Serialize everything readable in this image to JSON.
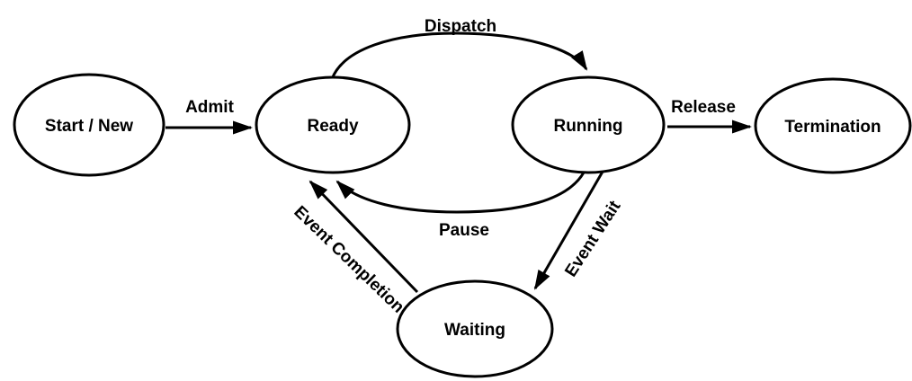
{
  "diagram": {
    "kind": "process-state-diagram",
    "colors": {
      "background": "#ffffff",
      "stroke": "#000000",
      "text": "#000000"
    }
  },
  "nodes": {
    "start_new": {
      "label": "Start / New"
    },
    "ready": {
      "label": "Ready"
    },
    "running": {
      "label": "Running"
    },
    "termination": {
      "label": "Termination"
    },
    "waiting": {
      "label": "Waiting"
    }
  },
  "edges": {
    "admit": {
      "label": "Admit",
      "from": "Start / New",
      "to": "Ready"
    },
    "dispatch": {
      "label": "Dispatch",
      "from": "Ready",
      "to": "Running"
    },
    "release": {
      "label": "Release",
      "from": "Running",
      "to": "Termination"
    },
    "pause": {
      "label": "Pause",
      "from": "Running",
      "to": "Ready"
    },
    "event_wait": {
      "label": "Event Wait",
      "from": "Running",
      "to": "Waiting"
    },
    "event_completion": {
      "label": "Event Completion",
      "from": "Waiting",
      "to": "Ready"
    }
  }
}
